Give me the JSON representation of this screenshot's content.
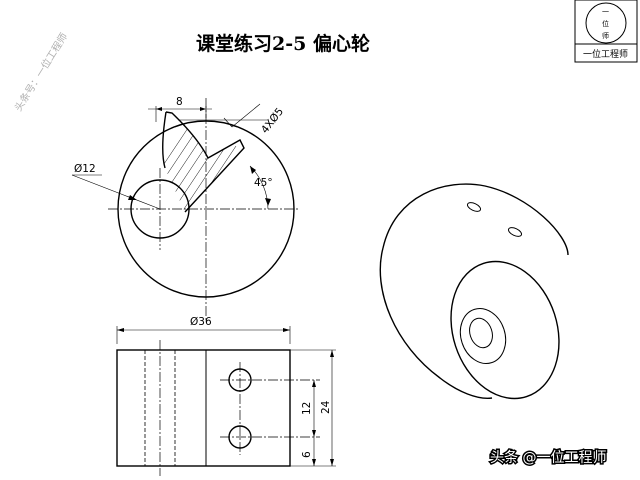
{
  "title": "课堂练习2-5  偏心轮",
  "watermark": "头条号：一位工程师",
  "logo": {
    "caption": "一位工程师",
    "glyph_top": "一",
    "glyph_mid": "位",
    "glyph_bottom": "师"
  },
  "dimensions": {
    "width_8": "8",
    "holes": "4XØ5",
    "angle": "45°",
    "bore": "Ø12",
    "outer": "Ø36",
    "spacing": "12",
    "height": "24",
    "offset": "6"
  },
  "footer": "头条 @一位工程师"
}
